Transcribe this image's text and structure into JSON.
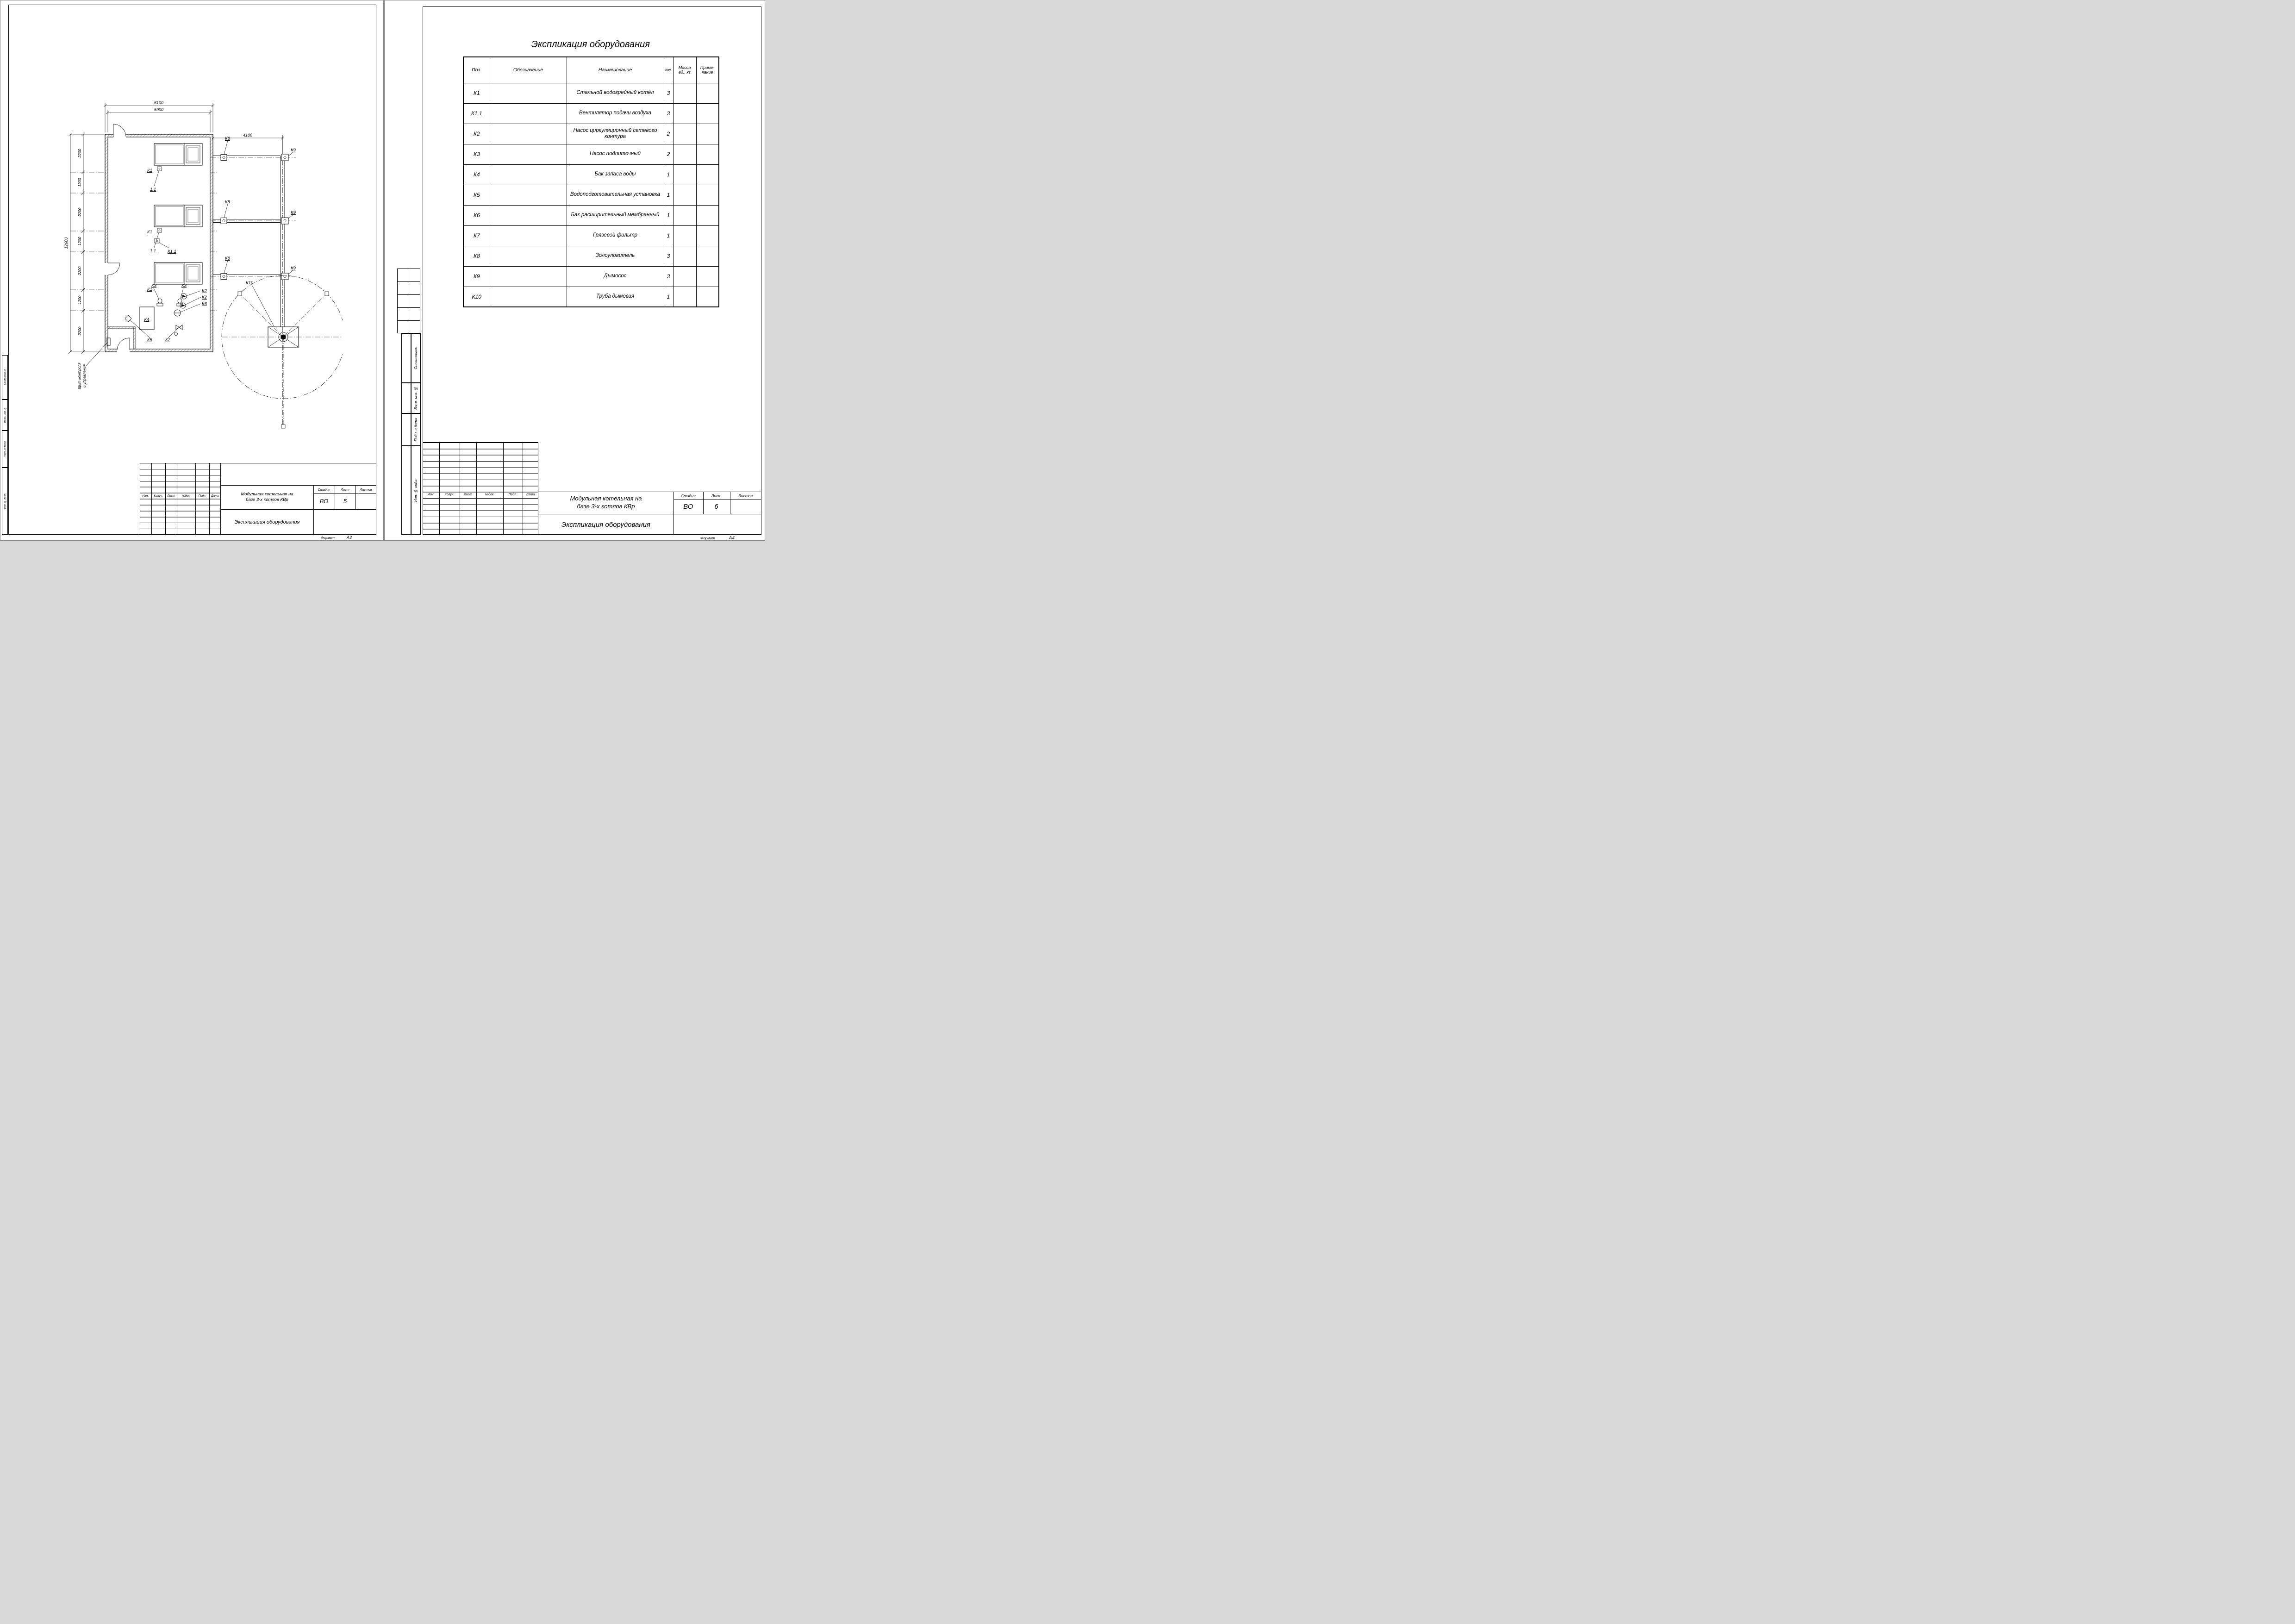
{
  "left_sheet": {
    "plan": {
      "dims": {
        "total_width": "6100",
        "inner_width": "5900",
        "flue_span": "4100",
        "total_height": "12600",
        "segments": [
          "2200",
          "1200",
          "2200",
          "1200",
          "2200",
          "1200",
          "2200"
        ]
      },
      "labels": {
        "boiler": "К1",
        "fan_short": "1.1",
        "fan": "К1.1",
        "pump_net": "К2",
        "pump_feed": "К3",
        "tank": "К4",
        "water_treatment": "К5",
        "exp_tank": "К6",
        "filter": "К7",
        "ash_collector": "К8",
        "smoke_exhauster": "К9",
        "chimney": "К10",
        "control_panel_line1": "Щит контроля",
        "control_panel_line2": "и управления"
      }
    },
    "title_block": {
      "columns": [
        "Изм.",
        "Колуч.",
        "Лист",
        "№док.",
        "Подп.",
        "Дата"
      ],
      "project": "Модульная котельная на\nбазе 3-х котлов КВр",
      "stage_label": "Стадия",
      "sheet_label": "Лист",
      "sheets_label": "Листов",
      "stage": "ВО",
      "sheet": "5",
      "doc_title": "Экспликация оборудования",
      "format_label": "Формат",
      "format": "А3"
    },
    "side_labels": [
      "Согласовано",
      "Взам. инв. №",
      "Подп. и дата",
      "Инв. № подл."
    ]
  },
  "right_sheet": {
    "table": {
      "title": "Экспликация оборудования",
      "headers": {
        "pos": "Поз.",
        "designation": "Обозначение",
        "name": "Наименование",
        "qty": "Кол.",
        "mass": "Масса\nед., кг",
        "note": "Приме-\nчание"
      },
      "rows": [
        {
          "pos": "К1",
          "name": "Стальной водогрейный котёл",
          "qty": "3"
        },
        {
          "pos": "К1.1",
          "name": "Вентилятор подачи воздуха",
          "qty": "3"
        },
        {
          "pos": "К2",
          "name": "Насос циркуляционный сетевого контура",
          "qty": "2"
        },
        {
          "pos": "К3",
          "name": "Насос подпиточный",
          "qty": "2"
        },
        {
          "pos": "К4",
          "name": "Бак запаса воды",
          "qty": "1"
        },
        {
          "pos": "К5",
          "name": "Водоподготовительная установка",
          "qty": "1"
        },
        {
          "pos": "К6",
          "name": "Бак расширительный мембранный",
          "qty": "1"
        },
        {
          "pos": "К7",
          "name": "Грязевой фильтр",
          "qty": "1"
        },
        {
          "pos": "К8",
          "name": "Золоуловитель",
          "qty": "3"
        },
        {
          "pos": "К9",
          "name": "Дымосос",
          "qty": "3"
        },
        {
          "pos": "К10",
          "name": "Труба дымовая",
          "qty": "1"
        }
      ]
    },
    "title_block": {
      "columns": [
        "Изм.",
        "Колуч.",
        "Лист",
        "№док.",
        "Подп.",
        "Дата"
      ],
      "project": "Модульная котельная на\nбазе 3-х котлов КВр",
      "stage_label": "Стадия",
      "sheet_label": "Лист",
      "sheets_label": "Листов",
      "stage": "ВО",
      "sheet": "6",
      "doc_title": "Экспликация оборудования",
      "format_label": "Формат",
      "format": "А4"
    },
    "side_labels": [
      "Согласовано",
      "Взам. инв. №",
      "Подп. и дата",
      "Инв. № подл."
    ]
  }
}
